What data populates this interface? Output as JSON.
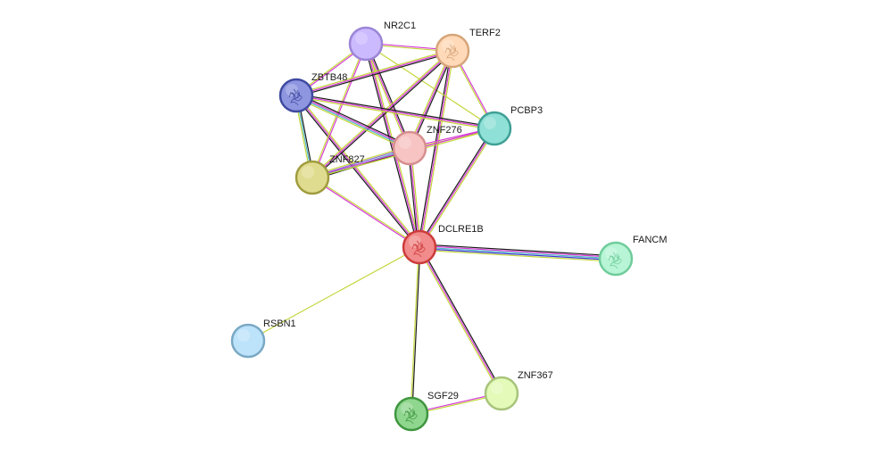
{
  "network": {
    "edge_colors": {
      "coexpression": "#1a1a1a",
      "experiments": "#d63bd6",
      "textmining": "#c4d63a",
      "database": "#4fb8c4",
      "cooccurrence": "#3b3bd6",
      "homology": "#8a6ad6"
    },
    "nodes": [
      {
        "id": "DCLRE1B",
        "label": "DCLRE1B",
        "fill": "#f28b8b",
        "stroke": "#cc3b3b",
        "has_structure": true
      },
      {
        "id": "NR2C1",
        "label": "NR2C1",
        "fill": "#ccbaff",
        "stroke": "#9b85d6",
        "has_structure": false
      },
      {
        "id": "TERF2",
        "label": "TERF2",
        "fill": "#ffd9b8",
        "stroke": "#d6a57a",
        "has_structure": true
      },
      {
        "id": "ZBTB48",
        "label": "ZBTB48",
        "fill": "#8f96e0",
        "stroke": "#3f4aa0",
        "has_structure": true
      },
      {
        "id": "PCBP3",
        "label": "PCBP3",
        "fill": "#8fe0d6",
        "stroke": "#3fa096",
        "has_structure": false
      },
      {
        "id": "ZNF276",
        "label": "ZNF276",
        "fill": "#f7c3c3",
        "stroke": "#d68f8f",
        "has_structure": false
      },
      {
        "id": "ZNF827",
        "label": "ZNF827",
        "fill": "#e0dc8f",
        "stroke": "#a09c3f",
        "has_structure": false
      },
      {
        "id": "FANCM",
        "label": "FANCM",
        "fill": "#b8f5d6",
        "stroke": "#6fcc9b",
        "has_structure": true
      },
      {
        "id": "RSBN1",
        "label": "RSBN1",
        "fill": "#bde3fa",
        "stroke": "#7aa8c4",
        "has_structure": false
      },
      {
        "id": "SGF29",
        "label": "SGF29",
        "fill": "#8fd68f",
        "stroke": "#3f963f",
        "has_structure": true
      },
      {
        "id": "ZNF367",
        "label": "ZNF367",
        "fill": "#e3fab8",
        "stroke": "#a8c47a",
        "has_structure": false
      }
    ],
    "edges": [
      {
        "a": "DCLRE1B",
        "b": "NR2C1",
        "types": [
          "coexpression",
          "experiments",
          "textmining"
        ]
      },
      {
        "a": "DCLRE1B",
        "b": "TERF2",
        "types": [
          "coexpression",
          "experiments",
          "textmining"
        ]
      },
      {
        "a": "DCLRE1B",
        "b": "ZBTB48",
        "types": [
          "coexpression",
          "experiments",
          "textmining"
        ]
      },
      {
        "a": "DCLRE1B",
        "b": "PCBP3",
        "types": [
          "coexpression",
          "experiments",
          "textmining"
        ]
      },
      {
        "a": "DCLRE1B",
        "b": "ZNF276",
        "types": [
          "coexpression",
          "experiments",
          "textmining"
        ]
      },
      {
        "a": "DCLRE1B",
        "b": "ZNF827",
        "types": [
          "experiments",
          "textmining"
        ]
      },
      {
        "a": "DCLRE1B",
        "b": "FANCM",
        "types": [
          "coexpression",
          "experiments",
          "database",
          "cooccurrence",
          "textmining"
        ]
      },
      {
        "a": "DCLRE1B",
        "b": "RSBN1",
        "types": [
          "textmining"
        ]
      },
      {
        "a": "DCLRE1B",
        "b": "SGF29",
        "types": [
          "coexpression",
          "textmining"
        ]
      },
      {
        "a": "DCLRE1B",
        "b": "ZNF367",
        "types": [
          "coexpression",
          "experiments",
          "textmining"
        ]
      },
      {
        "a": "NR2C1",
        "b": "TERF2",
        "types": [
          "experiments",
          "textmining"
        ]
      },
      {
        "a": "NR2C1",
        "b": "ZBTB48",
        "types": [
          "experiments",
          "textmining"
        ]
      },
      {
        "a": "NR2C1",
        "b": "ZNF276",
        "types": [
          "coexpression",
          "experiments",
          "textmining"
        ]
      },
      {
        "a": "NR2C1",
        "b": "ZNF827",
        "types": [
          "experiments",
          "textmining"
        ]
      },
      {
        "a": "NR2C1",
        "b": "PCBP3",
        "types": [
          "textmining"
        ]
      },
      {
        "a": "TERF2",
        "b": "ZBTB48",
        "types": [
          "coexpression",
          "experiments",
          "textmining"
        ]
      },
      {
        "a": "TERF2",
        "b": "ZNF276",
        "types": [
          "coexpression",
          "experiments",
          "textmining"
        ]
      },
      {
        "a": "TERF2",
        "b": "ZNF827",
        "types": [
          "coexpression",
          "experiments",
          "textmining"
        ]
      },
      {
        "a": "TERF2",
        "b": "PCBP3",
        "types": [
          "experiments",
          "textmining"
        ]
      },
      {
        "a": "ZBTB48",
        "b": "ZNF276",
        "types": [
          "coexpression",
          "experiments",
          "database",
          "textmining"
        ]
      },
      {
        "a": "ZBTB48",
        "b": "ZNF827",
        "types": [
          "coexpression",
          "database",
          "textmining"
        ]
      },
      {
        "a": "ZBTB48",
        "b": "PCBP3",
        "types": [
          "coexpression",
          "experiments",
          "textmining"
        ]
      },
      {
        "a": "ZNF276",
        "b": "ZNF827",
        "types": [
          "coexpression",
          "database",
          "homology",
          "textmining"
        ]
      },
      {
        "a": "ZNF276",
        "b": "PCBP3",
        "types": [
          "experiments",
          "textmining"
        ]
      },
      {
        "a": "ZNF827",
        "b": "PCBP3",
        "types": [
          "experiments",
          "textmining"
        ]
      },
      {
        "a": "SGF29",
        "b": "ZNF367",
        "types": [
          "experiments",
          "textmining"
        ]
      }
    ]
  }
}
